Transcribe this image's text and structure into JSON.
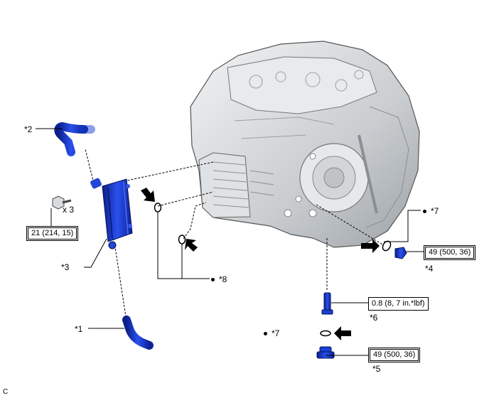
{
  "diagram": {
    "callouts": {
      "c1": "*1",
      "c2": "*2",
      "c3": "*3",
      "c4": "*4",
      "c5": "*5",
      "c6": "*6",
      "c7_right": "*7",
      "c7_bottom": "*7",
      "c8": "*8"
    },
    "quantity_label": "x 3",
    "torque_specs": {
      "cooler_bolt": "21 (214, 15)",
      "plug_side": "49 (500, 36)",
      "plug_bottom": "49 (500, 36)",
      "pipe_bolt": "0.8 (8, 7 in.*lbf)"
    },
    "corner_code": "C",
    "colors": {
      "highlight_part": "#1a3fd6",
      "housing": "#cfd3d6",
      "line": "#000000"
    }
  }
}
